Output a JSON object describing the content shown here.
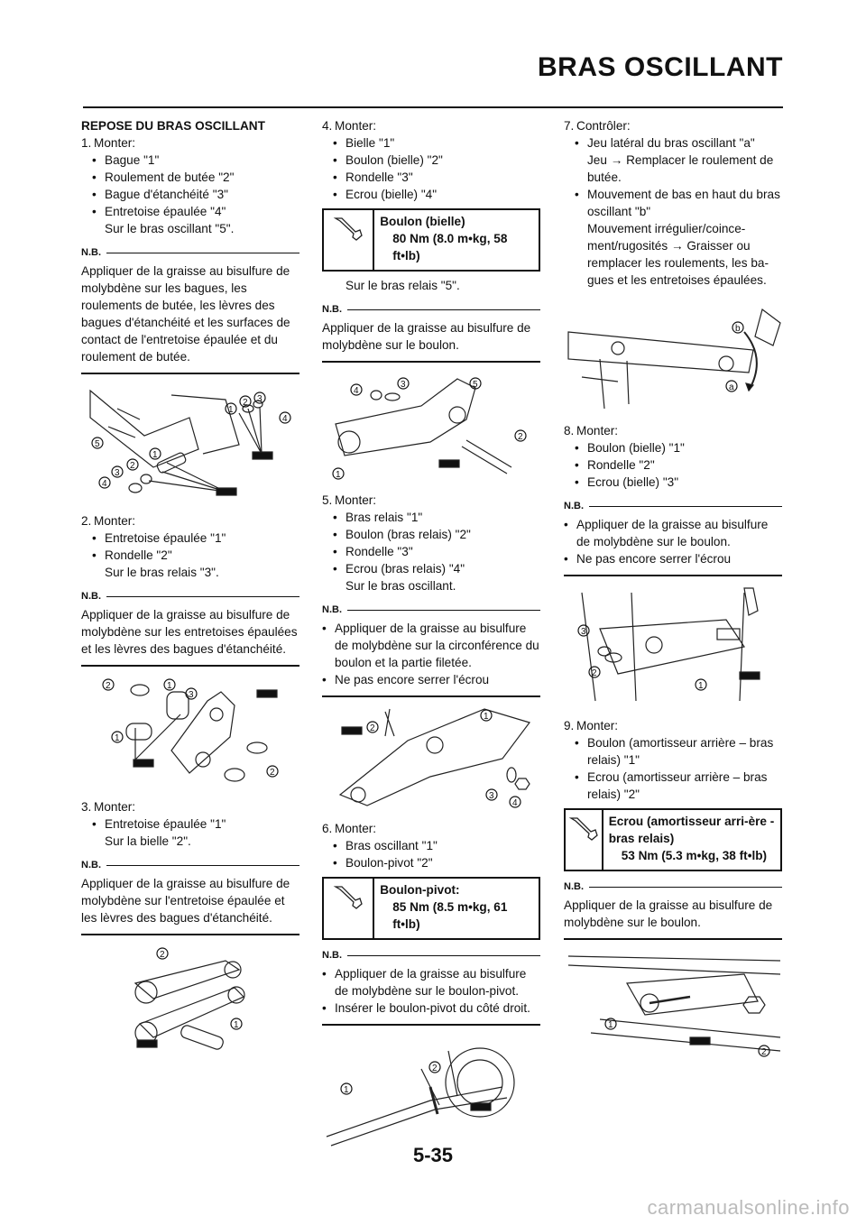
{
  "header": {
    "title": "BRAS OSCILLANT"
  },
  "page_number": "5-35",
  "watermark": "carmanualsonline.info",
  "nb_label": "N.B.",
  "col1": {
    "title": "REPOSE DU BRAS OSCILLANT",
    "step1": {
      "num": "1.",
      "head": "Monter:",
      "items": [
        "Bague \"1\"",
        "Roulement de butée \"2\"",
        "Bague d'étanchéité \"3\"",
        "Entretoise épaulée \"4\""
      ],
      "sub": "Sur le bras oscillant \"5\"."
    },
    "nb1": "Appliquer de la graisse au bisulfure de molybdène sur les bagues, les roulements de butée, les lèvres des bagues d'étanchéité et les surfaces de contact de l'entretoise épaulée et du roulement de butée.",
    "step2": {
      "num": "2.",
      "head": "Monter:",
      "items": [
        "Entretoise épaulée \"1\"",
        "Rondelle \"2\""
      ],
      "sub": "Sur le bras relais \"3\"."
    },
    "nb2": "Appliquer de la graisse au bisulfure de molybdène sur les entretoises épaulées et les lèvres des bagues d'étanchéité.",
    "step3": {
      "num": "3.",
      "head": "Monter:",
      "items": [
        "Entretoise épaulée \"1\""
      ],
      "sub": "Sur la bielle \"2\"."
    },
    "nb3": "Appliquer de la graisse au bisulfure de molybdène sur l'entretoise épaulée et les lèvres des bagues d'étanchéité."
  },
  "col2": {
    "step4": {
      "num": "4.",
      "head": "Monter:",
      "items": [
        "Bielle \"1\"",
        "Boulon (bielle) \"2\"",
        "Rondelle \"3\"",
        "Ecrou (bielle) \"4\""
      ]
    },
    "torque4": {
      "title": "Boulon (bielle)",
      "value": "80 Nm (8.0 m•kg, 58 ft•lb)"
    },
    "step4_sub": "Sur le bras relais \"5\".",
    "nb4": "Appliquer de la graisse au bisulfure de molybdène sur le boulon.",
    "step5": {
      "num": "5.",
      "head": "Monter:",
      "items": [
        "Bras relais \"1\"",
        "Boulon (bras relais) \"2\"",
        "Rondelle \"3\"",
        "Ecrou (bras relais) \"4\""
      ],
      "sub": "Sur le bras oscillant."
    },
    "nb5": [
      "Appliquer de la graisse au bisulfure de molybdène sur la circonférence du boulon et la partie filetée.",
      "Ne pas encore serrer l'écrou"
    ],
    "step6": {
      "num": "6.",
      "head": "Monter:",
      "items": [
        "Bras oscillant \"1\"",
        "Boulon-pivot \"2\""
      ]
    },
    "torque6": {
      "title": "Boulon-pivot:",
      "value": "85 Nm (8.5 m•kg, 61 ft•lb)"
    },
    "nb6": [
      "Appliquer de la graisse au bisulfure de molybdène sur le boulon-pivot.",
      "Insérer le boulon-pivot du côté droit."
    ]
  },
  "col3": {
    "step7": {
      "num": "7.",
      "head": "Contrôler:",
      "item1": "Jeu latéral du bras oscillant \"a\"",
      "item1_sub_prefix": "Jeu",
      "item1_sub_suffix": "Remplacer le roulement de butée.",
      "item2": "Mouvement de bas en haut du bras oscillant \"b\"",
      "item2_sub_prefix": "Mouvement irrégulier/coince-ment/rugosités",
      "item2_sub_suffix": "Graisser ou remplacer les roulements, les ba-gues et les entretoises épaulées."
    },
    "step8": {
      "num": "8.",
      "head": "Monter:",
      "items": [
        "Boulon (bielle) \"1\"",
        "Rondelle \"2\"",
        "Ecrou (bielle) \"3\""
      ]
    },
    "nb8": [
      "Appliquer de la graisse au bisulfure de molybdène sur le boulon.",
      "Ne pas encore serrer l'écrou"
    ],
    "step9": {
      "num": "9.",
      "head": "Monter:",
      "items": [
        "Boulon (amortisseur arrière – bras relais) \"1\"",
        "Ecrou (amortisseur arrière – bras relais) \"2\""
      ]
    },
    "torque9": {
      "title": "Ecrou (amortisseur arri-ère - bras relais)",
      "value": "53 Nm (5.3 m•kg, 38 ft•lb)"
    },
    "nb9": "Appliquer de la graisse au bisulfure de molybdène sur le boulon."
  }
}
